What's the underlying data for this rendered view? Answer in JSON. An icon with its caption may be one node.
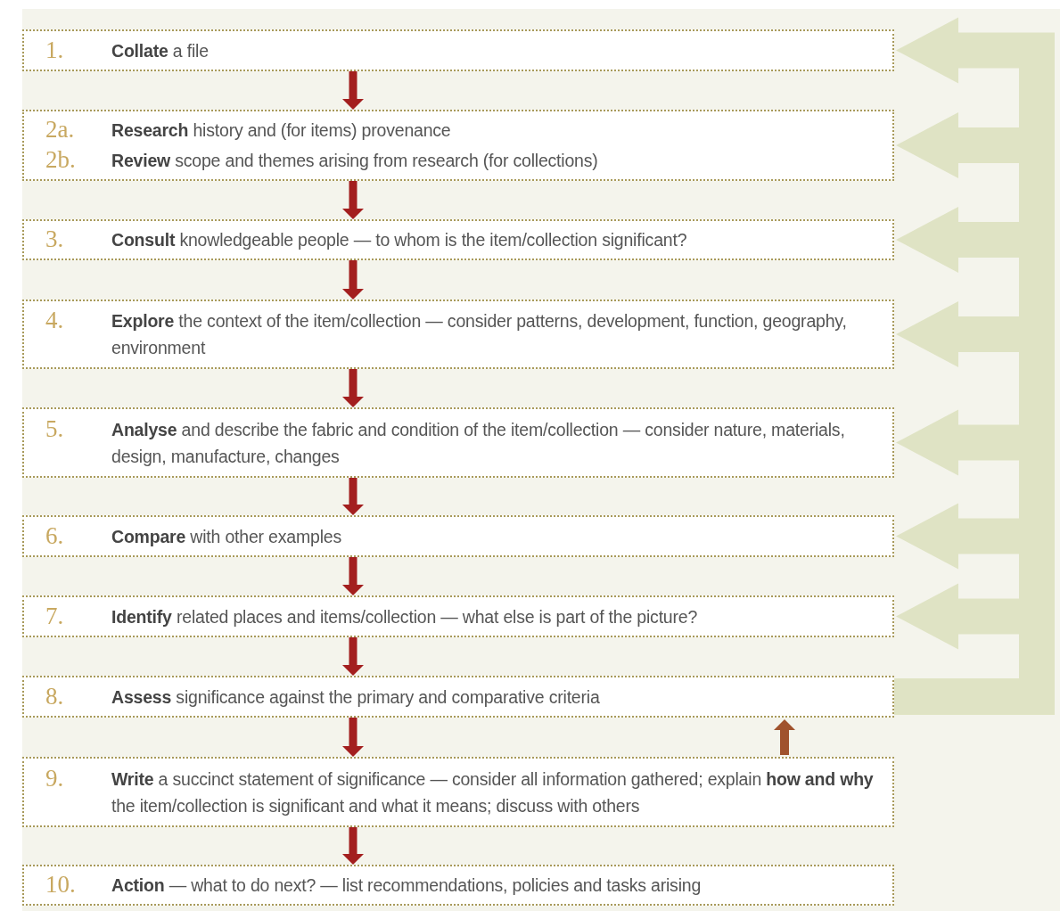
{
  "diagram": {
    "nodes": [
      {
        "text": [
          "1.",
          "**Collate** a file"
        ]
      },
      {
        "text": [
          "2a.",
          "**Research** history and (for items) provenance",
          "2b.",
          "**Review** scope and themes arising from research (for collections)"
        ]
      },
      {
        "text": [
          "3.",
          "**Consult** knowledgeable people — to whom is the item/collection significant?"
        ]
      },
      {
        "text": [
          "4.",
          "**Explore** the context of the item/collection — consider patterns, development, function, geography, environment"
        ]
      },
      {
        "text": [
          "5.",
          "**Analyse** and describe the fabric and condition of the item/collection — consider nature, materials, design, manufacture, changes"
        ]
      },
      {
        "text": [
          "6.",
          "**Compare** with other examples"
        ]
      },
      {
        "text": [
          "7.",
          "**Identify** related places and items/collection — what else is part of the picture?"
        ]
      },
      {
        "text": [
          "8.",
          "**Assess** significance against the primary and comparative criteria"
        ]
      },
      {
        "text": [
          "9.",
          "**Write** a succinct statement of significance — consider all information gathered; explain **how and why** the item/collection is significant and what it means; discuss with others"
        ]
      },
      {
        "text": [
          "10.",
          "**Action** — what to do next? — list recommendations, policies and tasks arising"
        ]
      }
    ],
    "edges": [
      {
        "from": 0,
        "to": 1,
        "arrow": "to"
      },
      {
        "from": 1,
        "to": 2,
        "arrow": "to"
      },
      {
        "from": 2,
        "to": 3,
        "arrow": "to"
      },
      {
        "from": 3,
        "to": 4,
        "arrow": "to"
      },
      {
        "from": 4,
        "to": 5,
        "arrow": "to"
      },
      {
        "from": 5,
        "to": 6,
        "arrow": "to"
      },
      {
        "from": 6,
        "to": 7,
        "arrow": "to"
      },
      {
        "from": 7,
        "to": 8,
        "arrow": "to"
      },
      {
        "from": 8,
        "to": 9,
        "arrow": "to"
      },
      {
        "from": 8,
        "to": 7,
        "arrow": "to",
        "color": "#a0522d"
      },
      {
        "from": 7,
        "to": 0,
        "arrow": "to",
        "style": "thick",
        "color": "#dfe3c4"
      },
      {
        "from": 7,
        "to": 1,
        "arrow": "to",
        "style": "thick",
        "color": "#dfe3c4"
      },
      {
        "from": 7,
        "to": 2,
        "arrow": "to",
        "style": "thick",
        "color": "#dfe3c4"
      },
      {
        "from": 7,
        "to": 3,
        "arrow": "to",
        "style": "thick",
        "color": "#dfe3c4"
      },
      {
        "from": 7,
        "to": 4,
        "arrow": "to",
        "style": "thick",
        "color": "#dfe3c4"
      },
      {
        "from": 7,
        "to": 5,
        "arrow": "to",
        "style": "thick",
        "color": "#dfe3c4"
      },
      {
        "from": 7,
        "to": 6,
        "arrow": "to",
        "style": "thick",
        "color": "#dfe3c4"
      }
    ]
  }
}
